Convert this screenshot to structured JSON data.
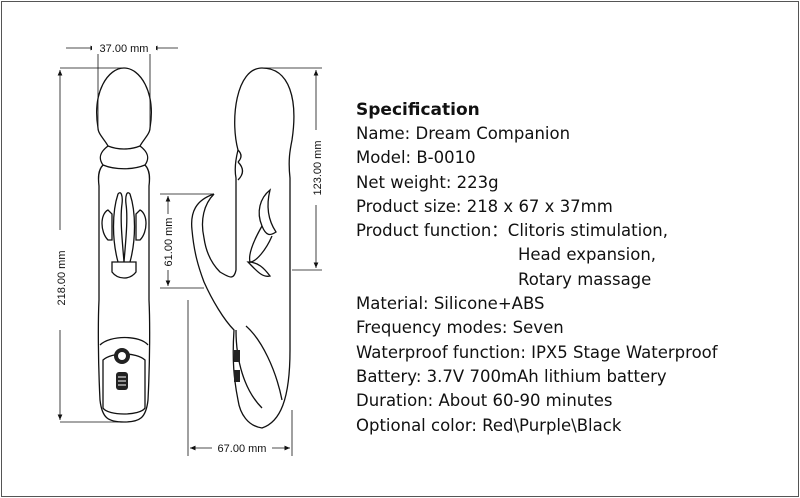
{
  "dimensions": {
    "width": "37.00 mm",
    "length": "218.00 mm",
    "handle_depth": "61.00 mm",
    "shaft_length": "123.00 mm",
    "base_width": "67.00 mm"
  },
  "spec": {
    "title": "Specification",
    "lines": [
      "Name: Dream Companion",
      "Model: B-0010",
      "Net weight: 223g",
      "Product size: 218 x 67 x 37mm",
      "Product function：Clitoris stimulation,",
      "Head expansion,",
      "Rotary massage",
      "Material: Silicone+ABS",
      "Frequency modes: Seven",
      "Waterproof function: IPX5 Stage Waterproof",
      "Battery: 3.7V 700mAh lithium battery",
      "Duration: About 60-90 minutes",
      "Optional color: Red\\Purple\\Black"
    ]
  }
}
